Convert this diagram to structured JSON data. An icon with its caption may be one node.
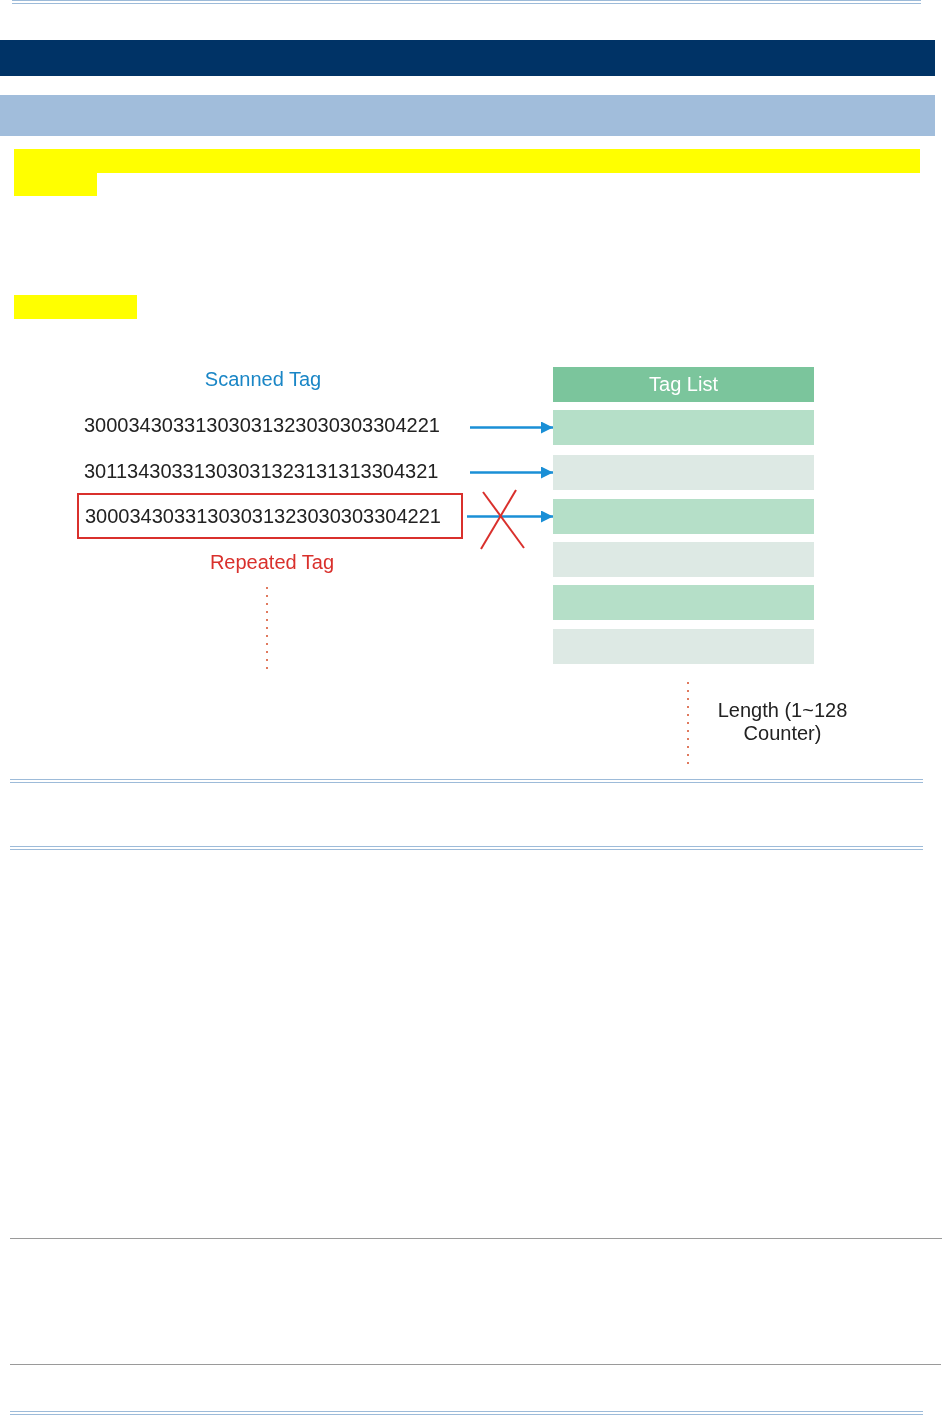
{
  "diagram": {
    "nodes": [
      {
        "text": [
          "30003430331303031323030303304221"
        ]
      },
      {
        "text": [
          "30113430331303031323131313304321"
        ]
      },
      {
        "text": [
          "30003430331303031323030303304221"
        ],
        "beside": [
          "Repeated Tag"
        ]
      },
      {
        "text": [
          "Tag List"
        ]
      },
      {
        "text": [],
        "shape": "bar"
      },
      {
        "text": [],
        "shape": "bar"
      },
      {
        "text": [],
        "shape": "bar"
      },
      {
        "text": [],
        "shape": "bar"
      },
      {
        "text": [],
        "shape": "bar"
      },
      {
        "text": [],
        "shape": "bar"
      }
    ],
    "edges": [
      {
        "from": 0,
        "to": 4,
        "arrow": "to"
      },
      {
        "from": 1,
        "to": 5,
        "arrow": "to"
      },
      {
        "from": 2,
        "to": 6,
        "arrow": "to"
      }
    ],
    "labels": [
      "Scanned Tag",
      "Length (1~128 Counter)"
    ]
  }
}
